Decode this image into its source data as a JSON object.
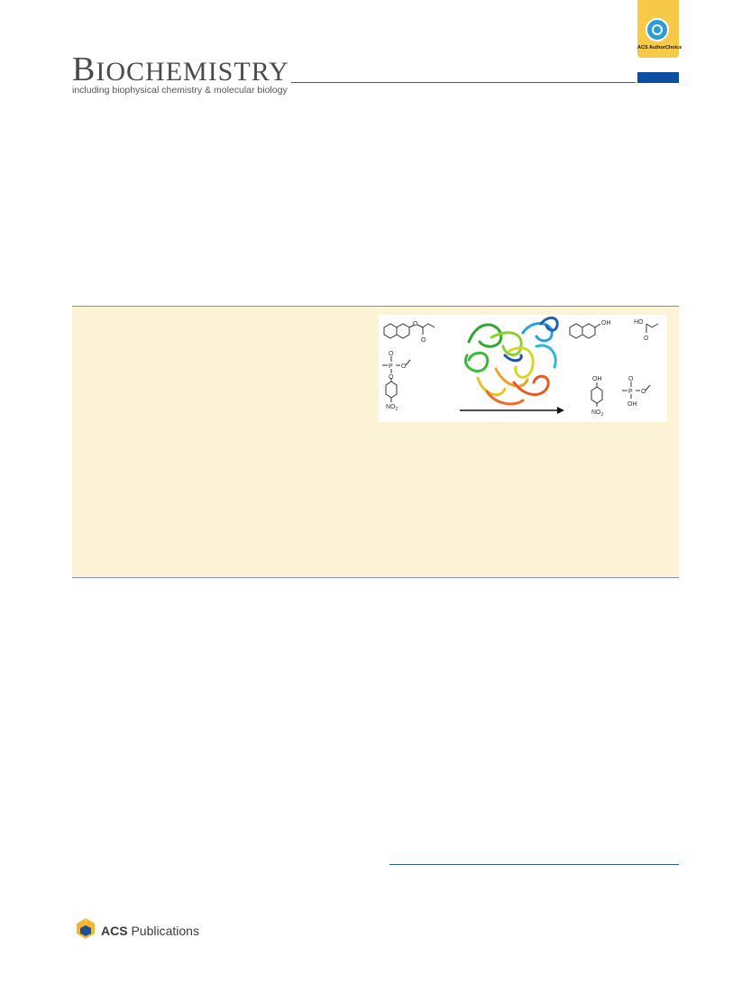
{
  "header": {
    "journal_initial": "B",
    "journal_rest": "IOCHEMISTRY",
    "journal_subtitle": "including biophysical chemistry & molecular biology",
    "badge_label": "ACS AuthorChoice",
    "colors": {
      "rule": "#2b5aa6",
      "bar": "#0b4ea2",
      "badge": "#f7c948"
    }
  },
  "abstract": {
    "background": "#fdf3d6",
    "graphic": {
      "labels": {
        "oh_1": "OH",
        "ho": "HO",
        "oh_2": "OH",
        "oh_3": "OH",
        "no2_1": "NO",
        "no2_2": "NO",
        "sub_2": "2",
        "o": "O",
        "p": "P"
      }
    }
  },
  "footer": {
    "publisher_prefix": "ACS",
    "publisher_suffix": " Publications"
  }
}
